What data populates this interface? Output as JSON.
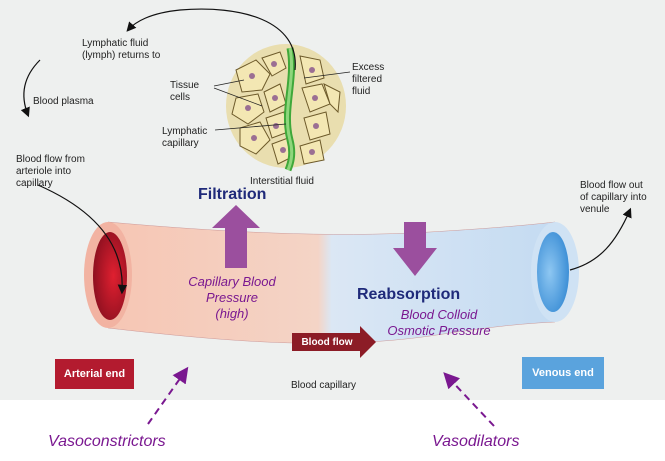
{
  "labels": {
    "lymph_returns": "Lymphatic fluid\n(lymph) returns to",
    "blood_plasma": "Blood plasma",
    "blood_flow_from": "Blood flow from\narteriole into\ncapillary",
    "tissue_cells": "Tissue\ncells",
    "lymphatic_capillary": "Lymphatic\ncapillary",
    "excess_fluid": "Excess\nfiltered\nfluid",
    "interstitial_fluid": "Interstitial fluid",
    "blood_flow_out": "Blood flow out\nof capillary into\nvenule",
    "filtration": "Filtration",
    "reabsorption": "Reabsorption",
    "capillary_pressure": "Capillary Blood\nPressure\n(high)",
    "colloid_pressure": "Blood Colloid\nOsmotic Pressure",
    "blood_flow": "Blood flow",
    "arterial_end": "Arterial end",
    "venous_end": "Venous end",
    "blood_capillary": "Blood capillary",
    "vasoconstrictors": "Vasoconstrictors",
    "vasodilators": "Vasodilators"
  },
  "colors": {
    "arterial": "#b31b2f",
    "venous": "#5aa3dd",
    "filtration_arrow": "#9b4f9e",
    "blood_flow_box": "#8c1c26"
  }
}
